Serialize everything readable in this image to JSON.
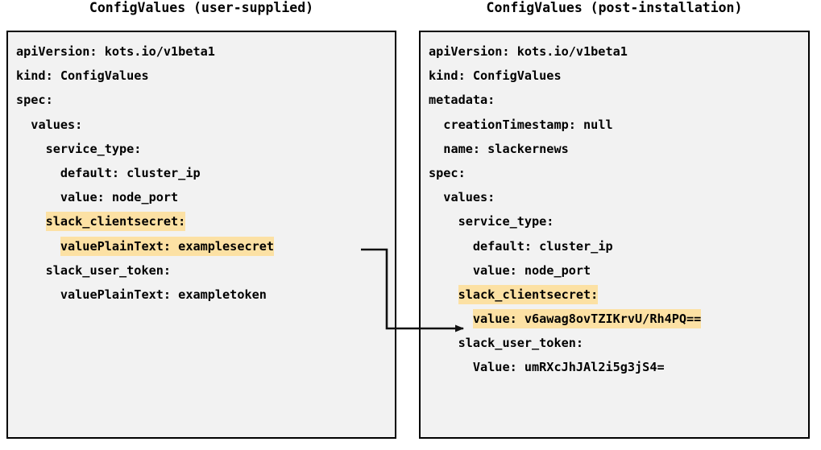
{
  "diagram": {
    "title_left": "ConfigValues (user-supplied)",
    "title_right": "ConfigValues (post-installation)",
    "highlight_color": "#fce1a4",
    "panel_background": "#f2f2f2",
    "border_color": "#000000",
    "connector": {
      "label": "maps-to-arrow",
      "from": "valuePlainText: examplesecret",
      "to": "value: v6awag8ovTZIKrvU/Rh4PQ=="
    }
  },
  "left_panel": {
    "title": "ConfigValues (user-supplied)",
    "lines": [
      {
        "text": "apiVersion: kots.io/v1beta1",
        "highlighted": false
      },
      {
        "text": "kind: ConfigValues",
        "highlighted": false
      },
      {
        "text": "spec:",
        "highlighted": false
      },
      {
        "text": "  values:",
        "highlighted": false
      },
      {
        "text": "    service_type:",
        "highlighted": false
      },
      {
        "text": "      default: cluster_ip",
        "highlighted": false
      },
      {
        "text": "      value: node_port",
        "highlighted": false
      },
      {
        "text": "    slack_clientsecret:",
        "highlighted": true
      },
      {
        "text": "      valuePlainText: examplesecret",
        "highlighted": true
      },
      {
        "text": "    slack_user_token:",
        "highlighted": false
      },
      {
        "text": "      valuePlainText: exampletoken",
        "highlighted": false
      }
    ]
  },
  "right_panel": {
    "title": "ConfigValues (post-installation)",
    "lines": [
      {
        "text": "apiVersion: kots.io/v1beta1",
        "highlighted": false
      },
      {
        "text": "kind: ConfigValues",
        "highlighted": false
      },
      {
        "text": "metadata:",
        "highlighted": false
      },
      {
        "text": "  creationTimestamp: null",
        "highlighted": false
      },
      {
        "text": "  name: slackernews",
        "highlighted": false
      },
      {
        "text": "spec:",
        "highlighted": false
      },
      {
        "text": "  values:",
        "highlighted": false
      },
      {
        "text": "    service_type:",
        "highlighted": false
      },
      {
        "text": "      default: cluster_ip",
        "highlighted": false
      },
      {
        "text": "      value: node_port",
        "highlighted": false
      },
      {
        "text": "    slack_clientsecret:",
        "highlighted": true
      },
      {
        "text": "      value: v6awag8ovTZIKrvU/Rh4PQ==",
        "highlighted": true
      },
      {
        "text": "    slack_user_token:",
        "highlighted": false
      },
      {
        "text": "      Value: umRXcJhJAl2i5g3jS4=",
        "highlighted": false
      }
    ]
  }
}
